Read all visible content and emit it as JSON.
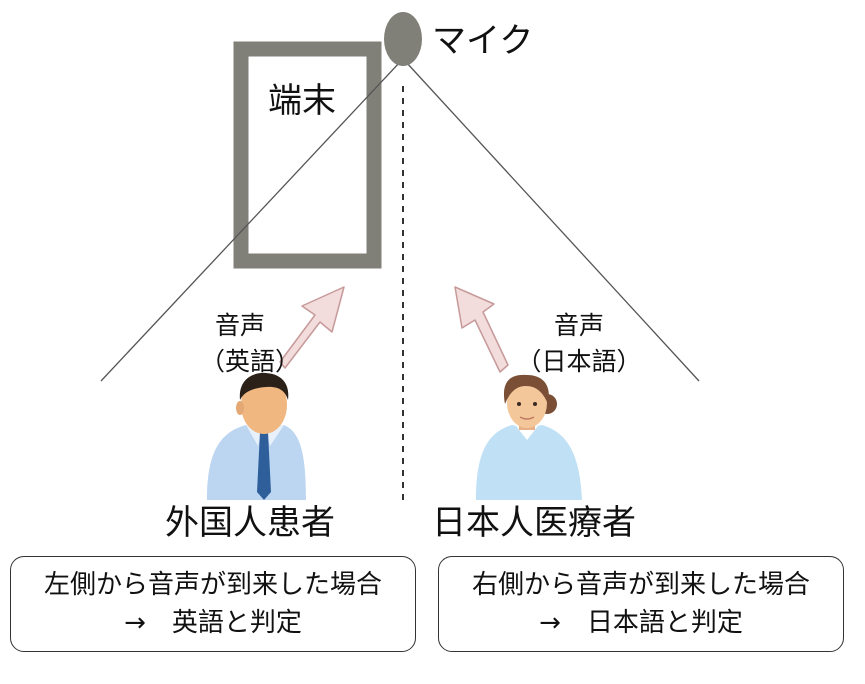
{
  "diagram": {
    "mic": {
      "label": "マイク"
    },
    "terminal": {
      "label": "端末"
    },
    "left_voice": {
      "line1": "音声",
      "line2": "（英語）"
    },
    "right_voice": {
      "line1": "音声",
      "line2": "（日本語）"
    },
    "left_person": {
      "label": "外国人患者"
    },
    "right_person": {
      "label": "日本人医療者"
    },
    "left_rule": {
      "line1": "左側から音声が到来した場合",
      "line2": "→　英語と判定"
    },
    "right_rule": {
      "line1": "右側から音声が到来した場合",
      "line2": "→　日本語と判定"
    }
  },
  "colors": {
    "terminal_frame": "#807f78",
    "mic": "#807f78",
    "arrow_fill": "#f2dcdc",
    "arrow_stroke": "#c79a9a",
    "male_shirt": "#bcd6f2",
    "male_tie": "#2f5f9b",
    "female_uniform": "#bfe0f5",
    "skin": "#f3c79a"
  }
}
